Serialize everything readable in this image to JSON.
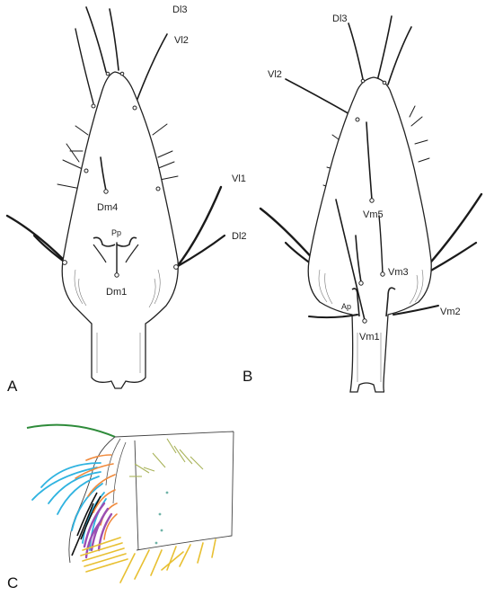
{
  "panels": {
    "a": "A",
    "b": "B",
    "c": "C"
  },
  "labels_a": {
    "dl3": "Dl3",
    "vl2": "Vl2",
    "vl1": "Vl1",
    "dl2": "Dl2",
    "dm4": "Dm4",
    "pp": "Pp",
    "dm1": "Dm1"
  },
  "labels_b": {
    "dl3": "Dl3",
    "vl2": "Vl2",
    "vm5": "Vm5",
    "vm3": "Vm3",
    "ap": "Ap",
    "vm2": "Vm2",
    "vm1": "Vm1"
  },
  "colors": {
    "green": "#2e8b3a",
    "cyan": "#2fb3e0",
    "orange": "#f08a3c",
    "purple": "#9b4fb3",
    "yellow": "#e8c032",
    "olive": "#a9b35a",
    "teal": "#6fb3a8"
  }
}
